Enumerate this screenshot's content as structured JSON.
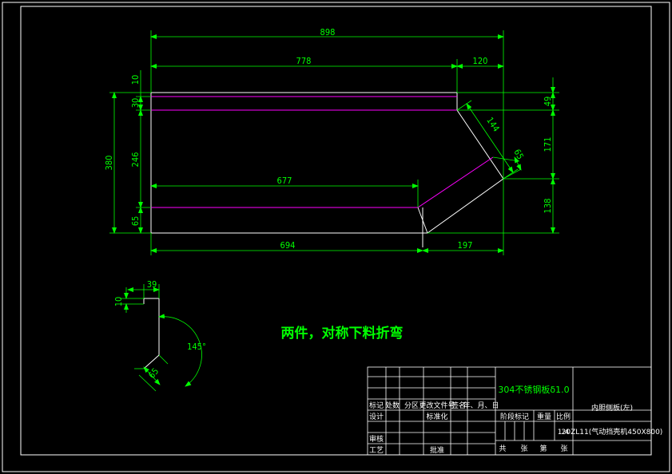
{
  "dimensions": {
    "total_width": "898",
    "upper_left": "778",
    "upper_right": "120",
    "left_10": "10",
    "left_30": "30",
    "left_246": "246",
    "left_65": "65",
    "left_380": "380",
    "right_49": "49",
    "right_171": "171",
    "right_138": "138",
    "inner_677": "677",
    "bottom_694": "694",
    "bottom_197": "197",
    "diag_144": "144",
    "diag_65": "65"
  },
  "section": {
    "w39": "39",
    "h10": "10",
    "angle": "145°",
    "l65": "65"
  },
  "note": "两件，对称下料折弯",
  "title_block": {
    "material": "304不锈钢板δ1.0",
    "part_name": "内胆侧板(左)",
    "drawing_no": "20ZL11(气动挡壳机450X800)",
    "row_headers": [
      "标记",
      "处数",
      "分区",
      "更改文件号",
      "签名",
      "年、月、日"
    ],
    "design": "设计",
    "standardize": "标准化",
    "review": "审核",
    "process": "工艺",
    "approve": "批准",
    "stage_mark": "阶段标记",
    "weight": "重量",
    "scale_label": "比例",
    "scale_value": "1:4",
    "sheets_total": "共",
    "sheets_label": "张",
    "sheet_no": "第",
    "sheet_label": "张"
  },
  "colors": {
    "background": "#000000",
    "outline": "#ffffff",
    "dimension": "#00ff00",
    "bend_line": "#ff00ff"
  }
}
